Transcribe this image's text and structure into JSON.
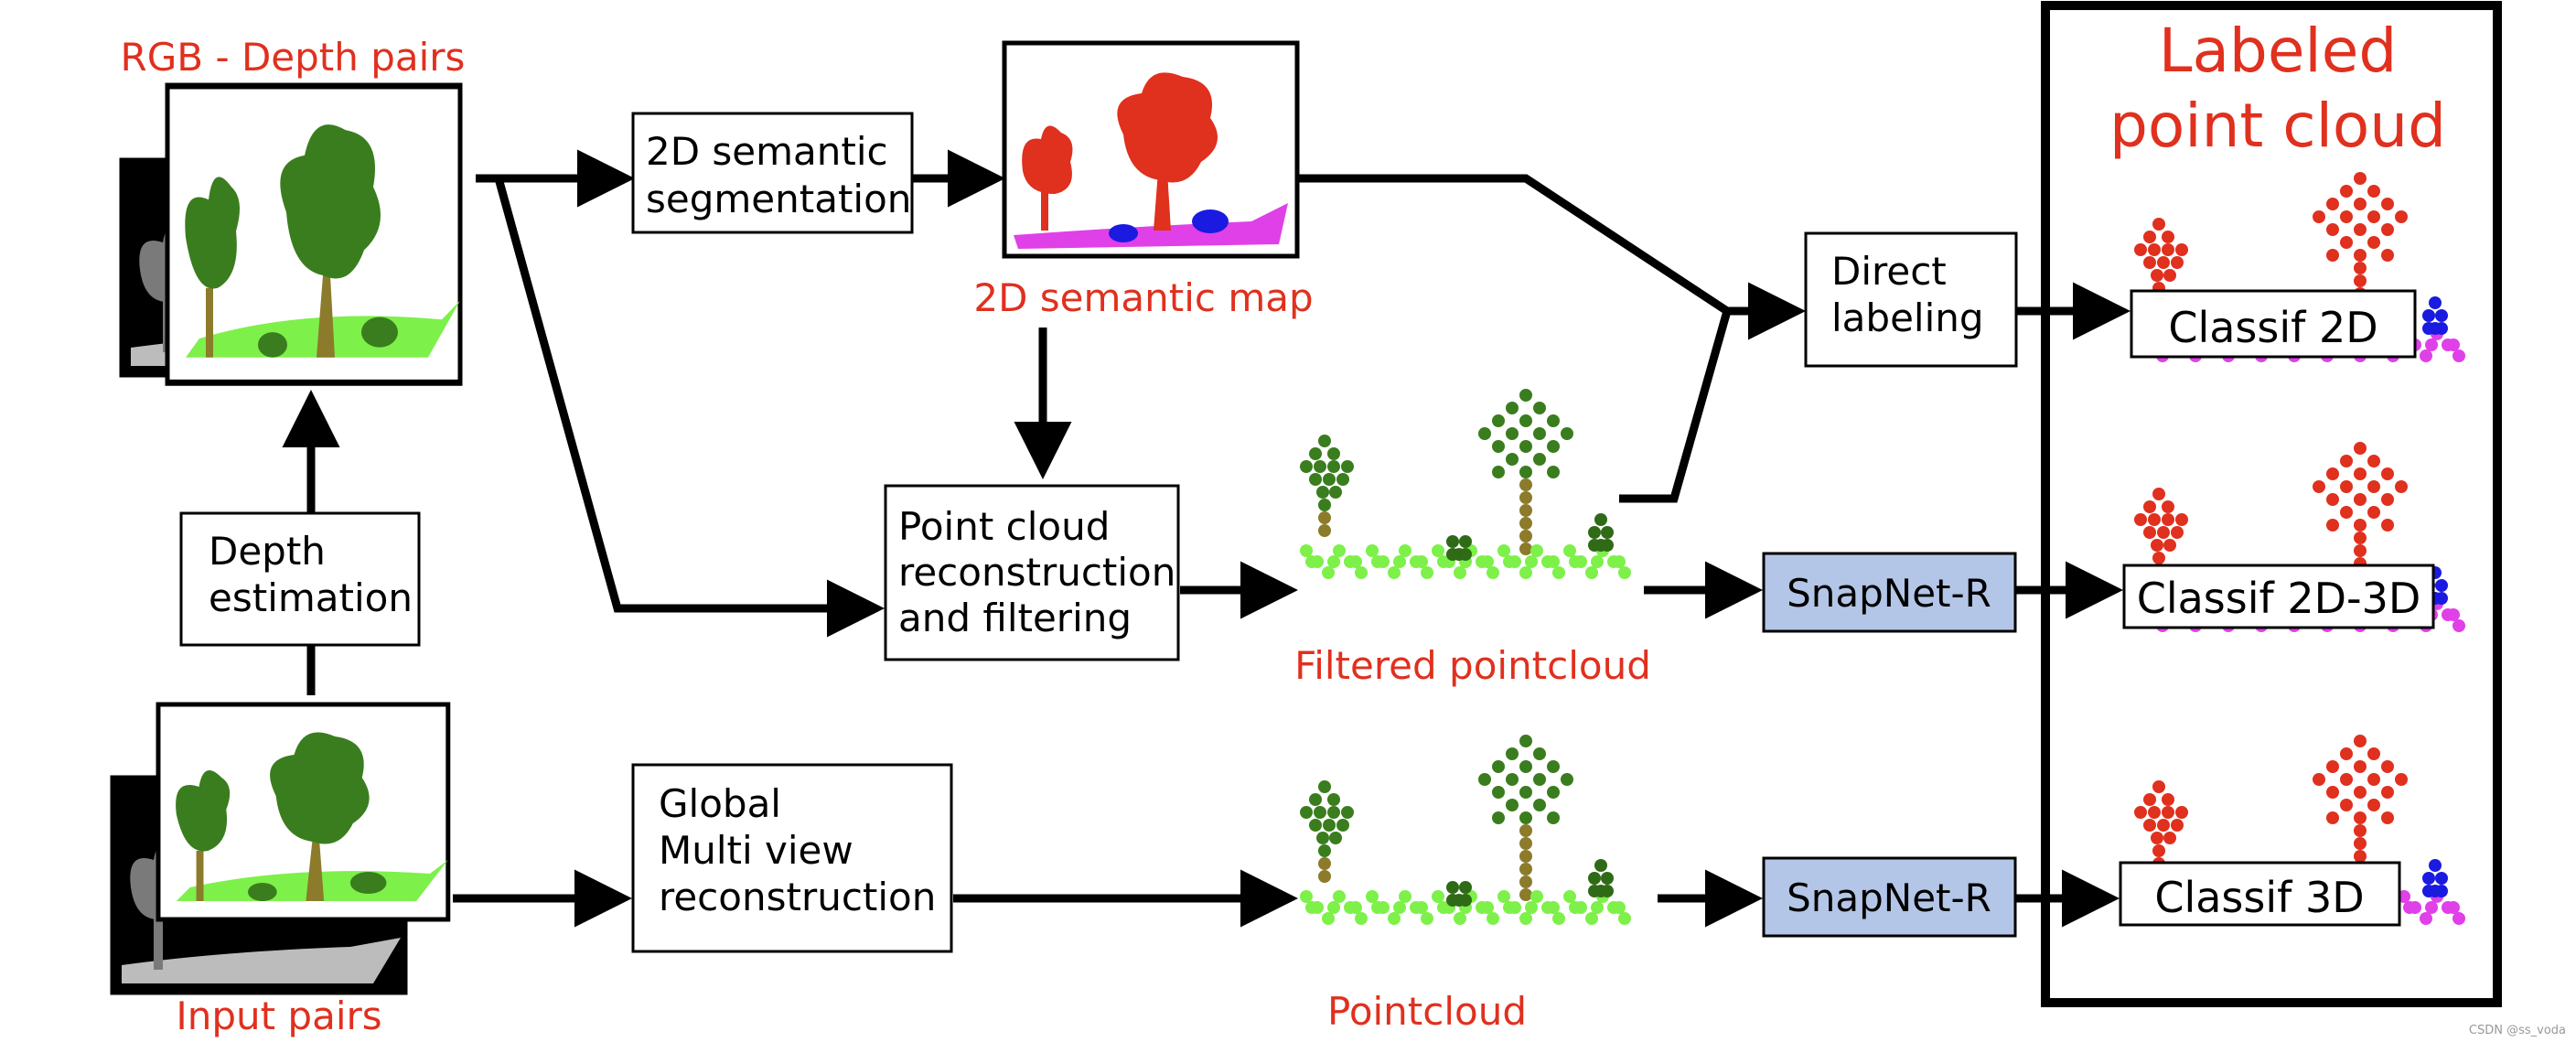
{
  "labels": {
    "rgb_depth_pairs": "RGB - Depth pairs",
    "input_pairs": "Input pairs",
    "semantic_map": "2D semantic map",
    "filtered_pointcloud": "Filtered pointcloud",
    "pointcloud": "Pointcloud",
    "labeled_line1": "Labeled",
    "labeled_line2": "point cloud"
  },
  "boxes": {
    "depth_estimation": [
      "Depth",
      "estimation"
    ],
    "semantic_segmentation": [
      "2D semantic",
      "segmentation"
    ],
    "pc_reconstruction": [
      "Point cloud",
      "reconstruction",
      "and filtering"
    ],
    "global_mvs": [
      "Global",
      "Multi view",
      "reconstruction"
    ],
    "direct_labeling": [
      "Direct",
      "labeling"
    ],
    "snapnet_top": "SnapNet-R",
    "snapnet_bottom": "SnapNet-R"
  },
  "results": {
    "classif_2d": "Classif 2D",
    "classif_2d3d": "Classif 2D-3D",
    "classif_3d": "Classif 3D"
  },
  "watermark": "CSDN @ss_voda",
  "colors": {
    "label_red": "#e0301e",
    "snapnet_fill": "#b4c6e7",
    "tree_green": "#3a7d1e",
    "ground_green": "#7ef04a",
    "trunk": "#8b7b2b",
    "sem_red": "#e0301e",
    "sem_magenta": "#e040e8",
    "sem_blue": "#1a1ae0"
  }
}
